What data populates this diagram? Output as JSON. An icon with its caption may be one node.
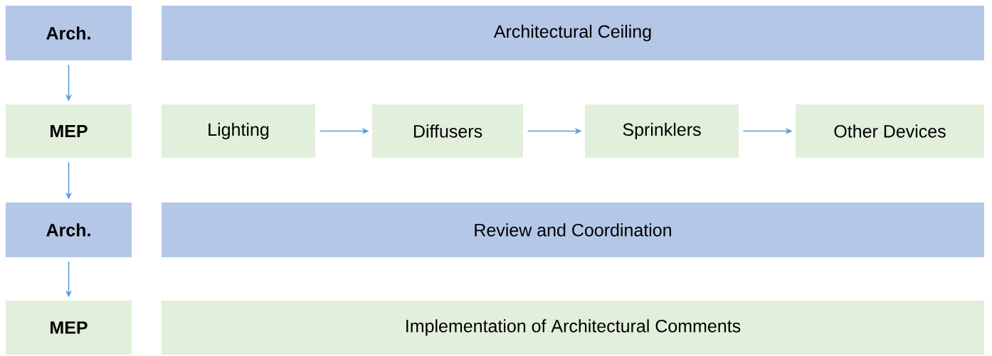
{
  "diagram": {
    "nodes": [
      {
        "text": [
          "Arch."
        ]
      },
      {
        "text": [
          "Architectural Ceiling"
        ]
      },
      {
        "text": [
          "MEP"
        ]
      },
      {
        "text": [
          "Lighting"
        ]
      },
      {
        "text": [
          "Diffusers"
        ]
      },
      {
        "text": [
          "Sprinklers"
        ]
      },
      {
        "text": [
          "Other Devices"
        ]
      },
      {
        "text": [
          "Arch."
        ]
      },
      {
        "text": [
          "Review and Coordination"
        ]
      },
      {
        "text": [
          "MEP"
        ]
      },
      {
        "text": [
          "Implementation of Architectural Comments"
        ]
      }
    ],
    "edges": [
      {
        "from": 0,
        "to": 2,
        "arrow": "to"
      },
      {
        "from": 3,
        "to": 4,
        "arrow": "to"
      },
      {
        "from": 4,
        "to": 5,
        "arrow": "to"
      },
      {
        "from": 5,
        "to": 6,
        "arrow": "to"
      },
      {
        "from": 2,
        "to": 7,
        "arrow": "to"
      },
      {
        "from": 7,
        "to": 9,
        "arrow": "to"
      }
    ]
  }
}
